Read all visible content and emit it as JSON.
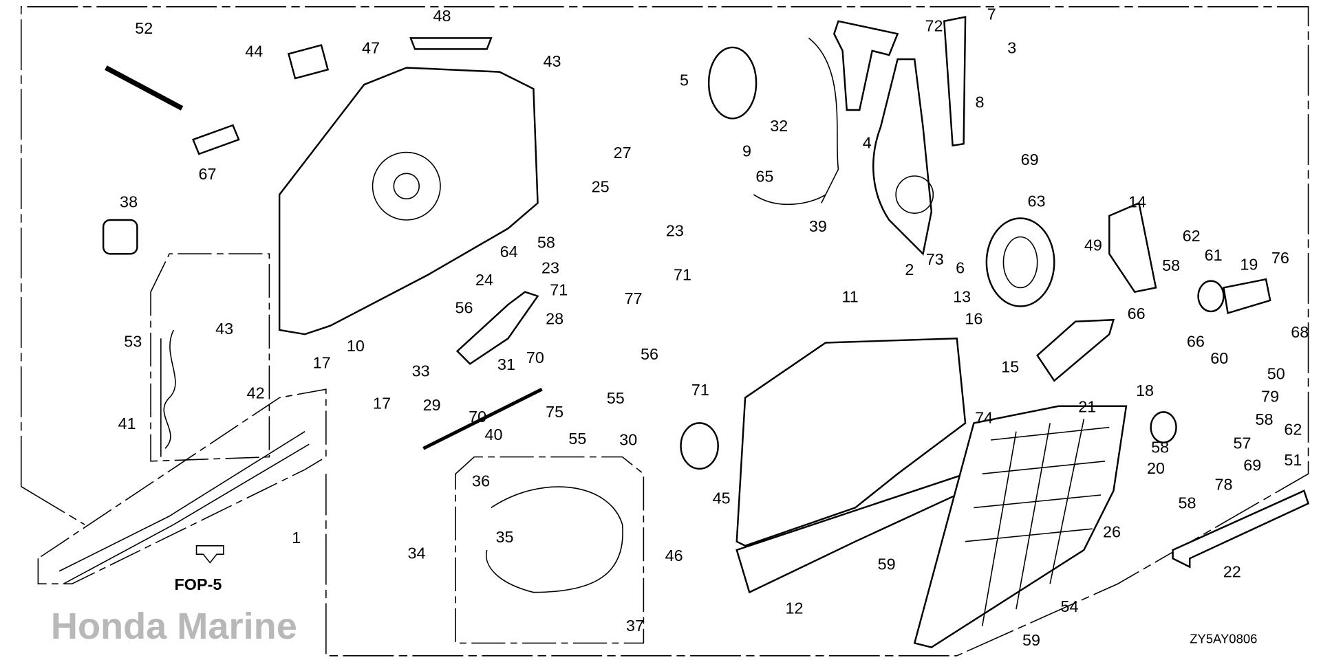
{
  "diagram": {
    "code": "ZY5AY0806",
    "reference": "FOP-5",
    "watermark": "Honda Marine",
    "callouts": [
      "52",
      "44",
      "47",
      "48",
      "43",
      "67",
      "38",
      "53",
      "43",
      "42",
      "41",
      "17",
      "17",
      "10",
      "33",
      "56",
      "24",
      "64",
      "23",
      "58",
      "25",
      "27",
      "23",
      "71",
      "71",
      "28",
      "31",
      "70",
      "70",
      "77",
      "29",
      "75",
      "55",
      "55",
      "56",
      "71",
      "30",
      "40",
      "36",
      "35",
      "34",
      "37",
      "1",
      "46",
      "45",
      "5",
      "32",
      "9",
      "65",
      "39",
      "4",
      "72",
      "7",
      "3",
      "8",
      "69",
      "2",
      "73",
      "6",
      "63",
      "13",
      "14",
      "49",
      "58",
      "62",
      "61",
      "19",
      "76",
      "68",
      "66",
      "66",
      "60",
      "50",
      "79",
      "58",
      "62",
      "57",
      "69",
      "78",
      "18",
      "16",
      "15",
      "21",
      "74",
      "11",
      "12",
      "20",
      "58",
      "58",
      "51",
      "22",
      "26",
      "59",
      "59",
      "54"
    ]
  }
}
